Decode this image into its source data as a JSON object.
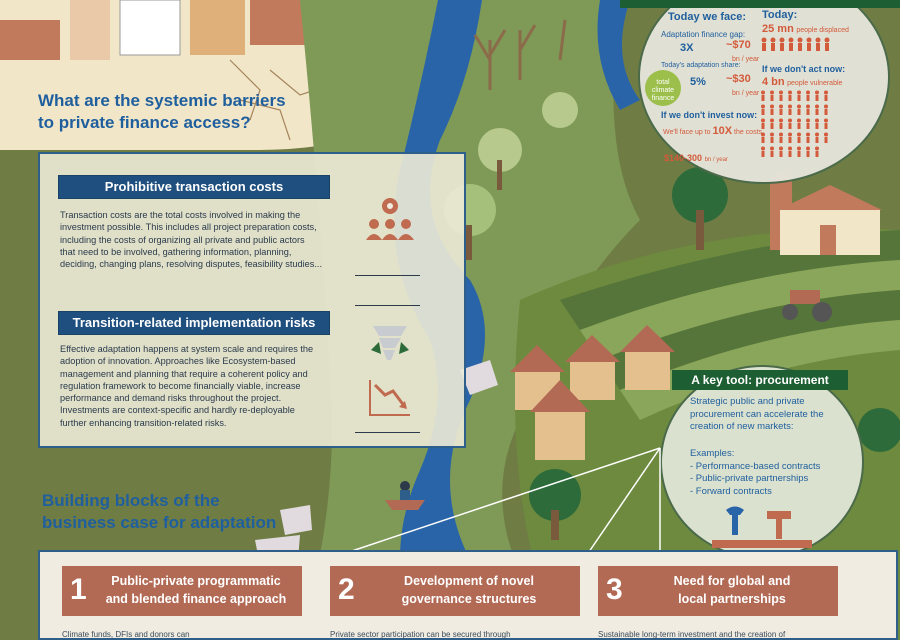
{
  "barriers_heading_line1": "What are the systemic barriers",
  "barriers_heading_line2": "to private finance access?",
  "prohibitive": {
    "title": "Prohibitive transaction costs",
    "lines": [
      "Transaction costs are the total costs involved in making the",
      "investment possible. This includes all project preparation costs,",
      "including the costs of organizing all private and public actors",
      "that need to be involved, gathering information, planning,",
      "deciding, changing plans, resolving disputes, feasibility studies..."
    ]
  },
  "transition": {
    "title": "Transition-related implementation risks",
    "lines": [
      "Effective adaptation happens at system scale and requires the",
      "adoption of innovation.  Approaches like Ecosystem-based",
      "management and planning that require a coherent policy and",
      "regulation framework to become financially viable, increase",
      "performance and demand risks throughout the project.",
      "Investments are context-specific and hardly re-deployable",
      "further enhancing transition-related risks."
    ]
  },
  "building_heading_line1": "Building blocks of the",
  "building_heading_line2": "business case for adaptation",
  "stats": {
    "today_we_face": "Today we face:",
    "gap_label": "Adaptation finance gap:",
    "gap_multiplier": "3X",
    "gap_value": "~$70",
    "gap_unit": "bn / year",
    "share_label": "Today's adaptation share:",
    "total_climate_finance": "total climate finance",
    "share_percent": "5%",
    "share_value": "~$30",
    "share_unit": "bn / year",
    "dont_invest": "If we don't invest now:",
    "face_up": "We'll face up to",
    "face_mult": "10X",
    "face_costs": "the costs",
    "cost_range": "$140-300",
    "cost_unit": "bn / year",
    "today": "Today:",
    "displaced_num": "25 mn",
    "displaced_text": "people displaced",
    "dont_act": "If we don't act now:",
    "vulnerable_num": "4 bn",
    "vulnerable_text": "people vulnerable"
  },
  "procurement": {
    "title": "A key tool: procurement",
    "intro_lines": [
      "Strategic public and private",
      "procurement can accelerate the",
      "creation of new markets:"
    ],
    "examples_label": "Examples:",
    "examples": [
      "- Performance-based contracts",
      "- Public-private partnerships",
      "- Forward contracts"
    ]
  },
  "blocks": [
    {
      "num": "1",
      "line1": "Public-private programmatic",
      "line2": "and blended finance approach"
    },
    {
      "num": "2",
      "line1": "Development of novel",
      "line2": "governance structures"
    },
    {
      "num": "3",
      "line1": "Need for global and",
      "line2": "local partnerships"
    }
  ],
  "bottom_snippets": [
    "Climate funds, DFIs and donors can",
    "Private sector participation can be secured through",
    "Sustainable long-term investment and the creation of"
  ],
  "colors": {
    "heading_blue": "#1f5f9e",
    "bar_blue": "#1e4f7e",
    "river_blue": "#2a64a8",
    "block_brown": "#b26a55",
    "label_green": "#1d5e32",
    "accent_red": "#d35a3a"
  }
}
